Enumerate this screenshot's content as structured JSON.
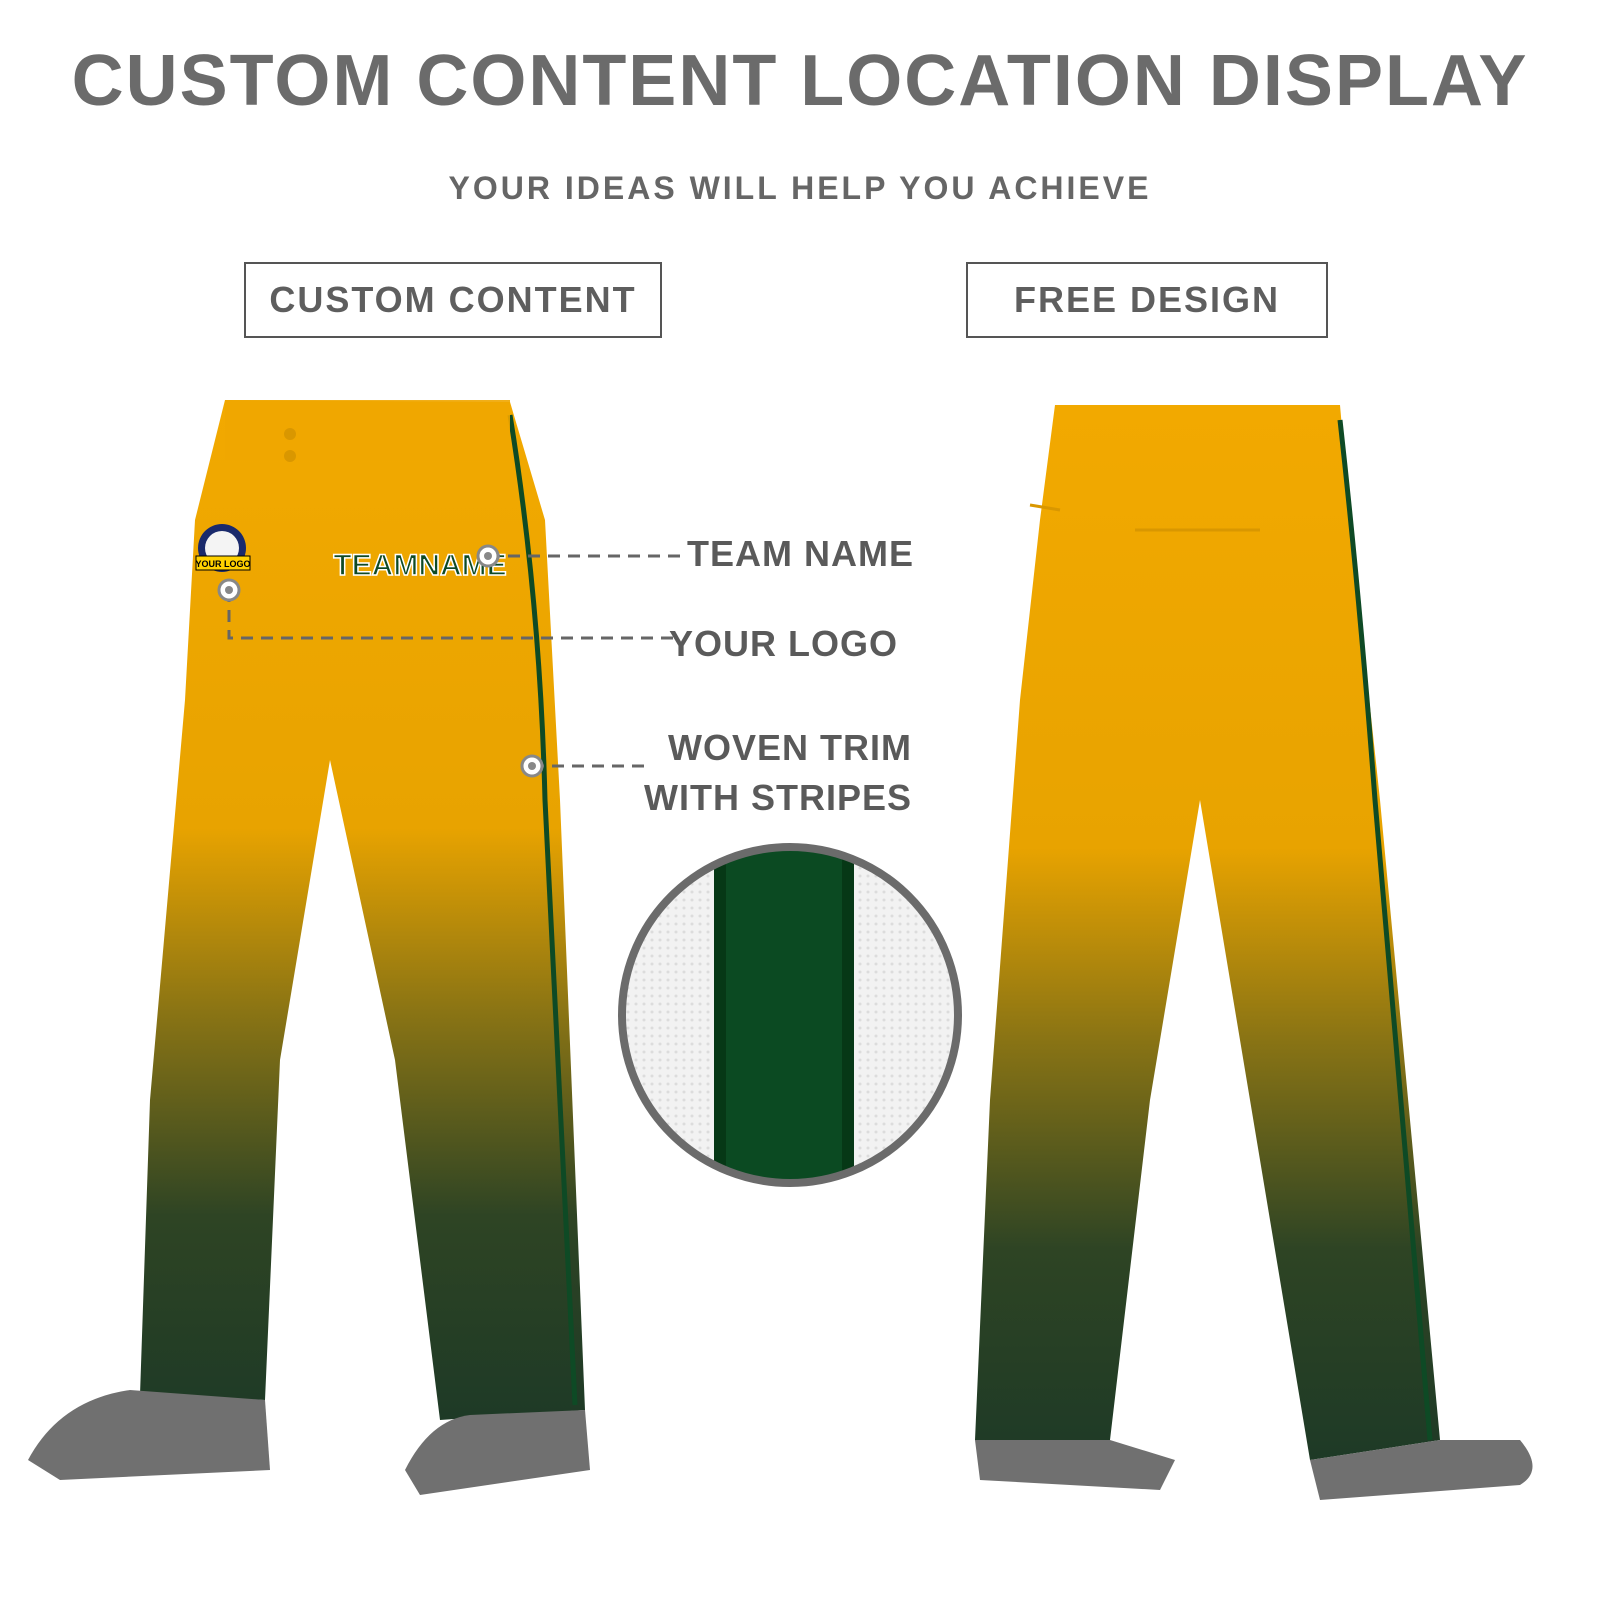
{
  "header": {
    "title": "CUSTOM CONTENT LOCATION DISPLAY",
    "subtitle": "YOUR IDEAS WILL HELP YOU ACHIEVE"
  },
  "sections": {
    "left_label": "CUSTOM CONTENT",
    "right_label": "FREE DESIGN"
  },
  "callouts": {
    "team_name": "TEAM NAME",
    "your_logo": "YOUR LOGO",
    "woven_trim_line1": "WOVEN TRIM",
    "woven_trim_line2": "WITH STRIPES"
  },
  "product": {
    "team_name_text": "TEAMNAME",
    "logo_text": "YOUR LOGO",
    "colors": {
      "top": "#F2A900",
      "bottom": "#1E3A26",
      "piping": "#0E4A25",
      "text": "#666666"
    }
  }
}
